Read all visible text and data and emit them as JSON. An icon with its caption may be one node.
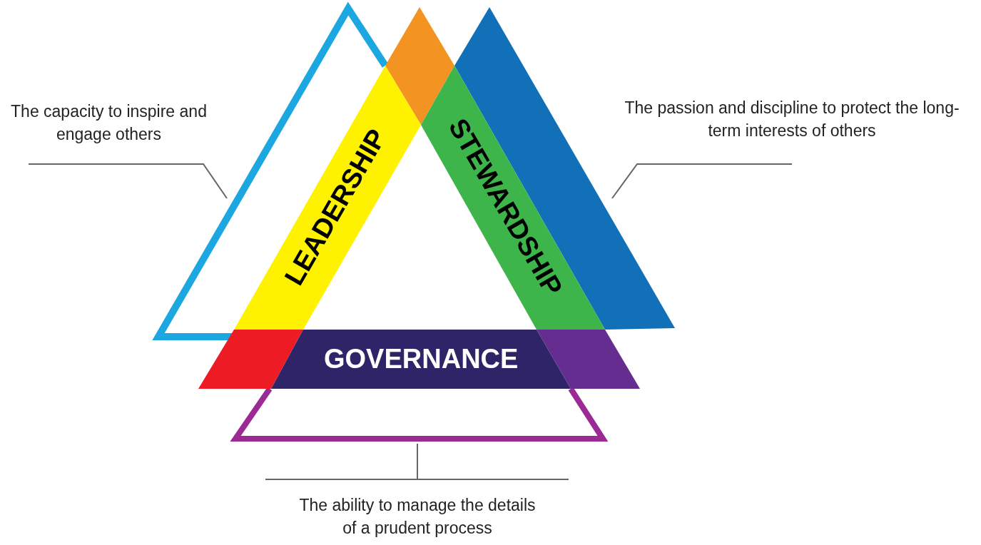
{
  "diagram": {
    "nodes": [
      {
        "text": [
          "LEADERSHIP"
        ]
      },
      {
        "text": [
          "STEWARDSHIP"
        ]
      },
      {
        "text": [
          "GOVERNANCE"
        ]
      },
      {
        "text": [
          "The capacity to inspire and engage others"
        ]
      },
      {
        "text": [
          "The passion and discipline to protect the long-term interests of others"
        ]
      },
      {
        "text": [
          "The ability to manage the details of a prudent process"
        ]
      },
      {
        "text": [],
        "shape": "triangle"
      },
      {
        "text": [],
        "shape": "triangle"
      },
      {
        "text": [],
        "shape": "triangle"
      }
    ],
    "edges": [
      {
        "from": 3,
        "to": 6,
        "arrow": "none"
      },
      {
        "from": 4,
        "to": 7,
        "arrow": "none"
      },
      {
        "from": 5,
        "to": 8,
        "arrow": "none"
      }
    ]
  }
}
